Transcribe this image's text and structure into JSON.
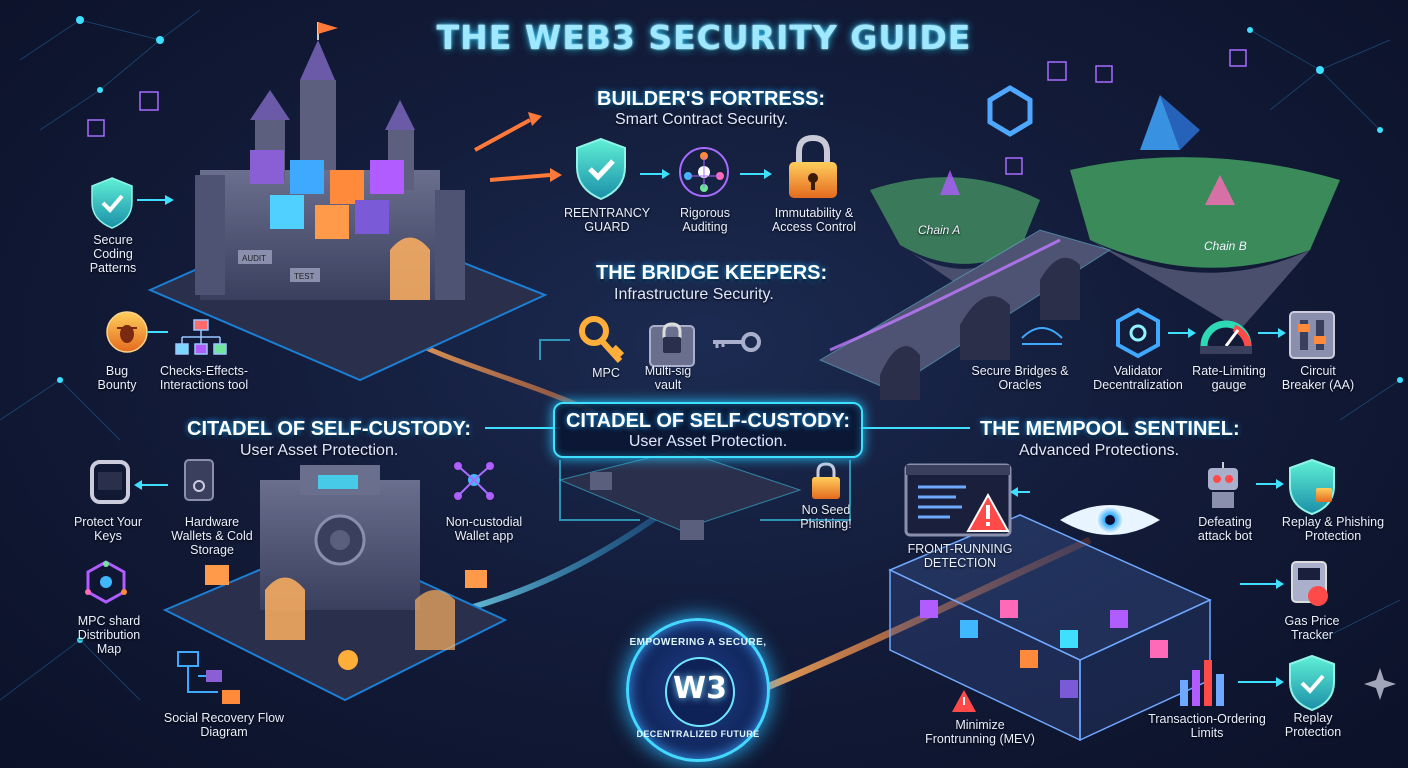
{
  "title": "THE WEB3 SECURITY GUIDE",
  "sections": {
    "builders": {
      "title": "BUILDER'S FORTRESS:",
      "subtitle": "Smart Contract Security."
    },
    "bridge": {
      "title": "THE BRIDGE KEEPERS:",
      "subtitle": "Infrastructure Security."
    },
    "custody_left": {
      "title": "CITADEL OF SELF-CUSTODY:",
      "subtitle": "User Asset Protection."
    },
    "custody_center": {
      "title": "CITADEL OF SELF-CUSTODY:",
      "subtitle": "User Asset Protection."
    },
    "mempool": {
      "title": "THE MEMPOOL SENTINEL:",
      "subtitle": "Advanced Protections."
    }
  },
  "labels": {
    "secure_coding": "Secure Coding Patterns",
    "bug_bounty": "Bug Bounty",
    "cei_tool": "Checks-Effects-Interactions tool",
    "reentrancy": "REENTRANCY GUARD",
    "auditing": "Rigorous Auditing",
    "immutability": "Immutability & Access Control",
    "mpc": "MPC",
    "multisig": "Multi-sig vault",
    "secure_bridges": "Secure Bridges & Oracles",
    "validator": "Validator Decentralization",
    "rate_limiting": "Rate-Limiting gauge",
    "circuit_breaker": "Circuit Breaker (AA)",
    "protect_keys": "Protect Your Keys",
    "hardware_wallets": "Hardware Wallets & Cold Storage",
    "non_custodial": "Non-custodial Wallet app",
    "no_seed": "No Seed Phishing!",
    "mpc_shard": "MPC shard Distribution Map",
    "social_recovery": "Social Recovery Flow Diagram",
    "front_running": "FRONT-RUNNING DETECTION",
    "defeating_bot": "Defeating attack bot",
    "replay_phishing": "Replay & Phishing Protection",
    "gas_price": "Gas Price Tracker",
    "minimize_mev": "Minimize Frontrunning (MEV)",
    "tx_ordering": "Transaction-Ordering Limits",
    "replay_protection": "Replay Protection"
  },
  "chain_labels": {
    "a": "Chain A",
    "b": "Chain B"
  },
  "castle_signs": {
    "audit": "AUDIT",
    "test": "TEST"
  },
  "seal": {
    "center": "W3",
    "top_text": "EMPOWERING A SECURE,",
    "bottom_text": "DECENTRALIZED FUTURE"
  },
  "colors": {
    "background": "#131c3a",
    "glow_cyan": "#3fe0ff",
    "glow_orange": "#ff8a3c",
    "glow_purple": "#b05cff",
    "shield_teal": "#2ed9b5",
    "lock_orange": "#ffae3a",
    "warning_red": "#ff4a4a"
  }
}
